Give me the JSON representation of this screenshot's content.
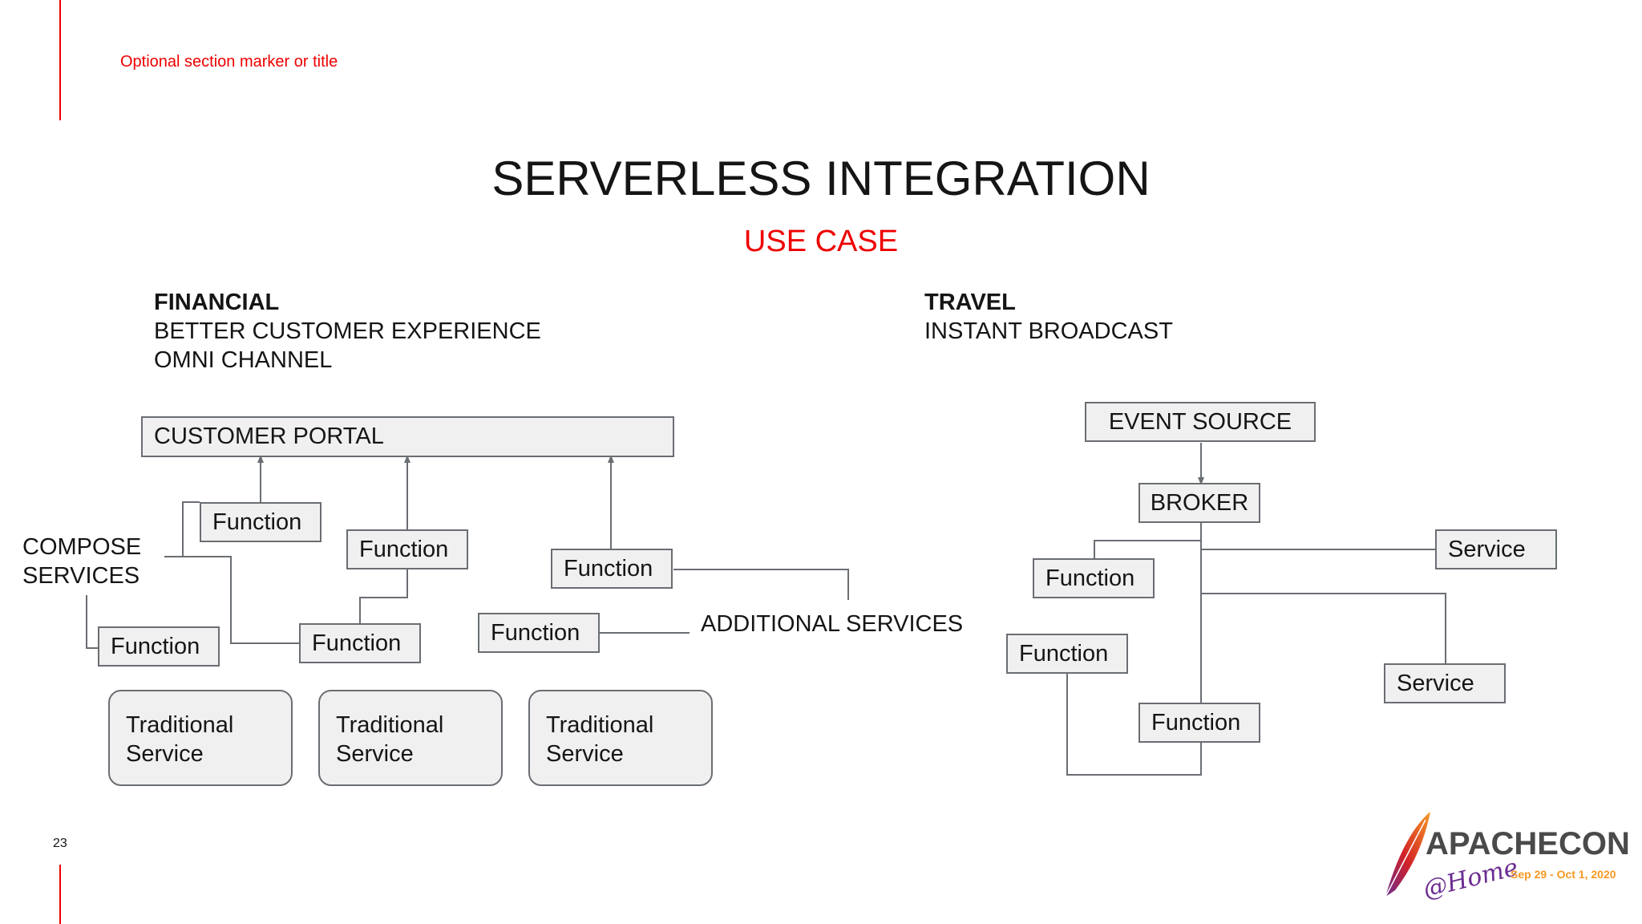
{
  "section_marker": "Optional section marker or title",
  "title": "SERVERLESS INTEGRATION",
  "subtitle": "USE CASE",
  "financial": {
    "heading": "FINANCIAL",
    "lines": [
      "BETTER CUSTOMER EXPERIENCE",
      "OMNI CHANNEL"
    ],
    "customer_portal": "CUSTOMER PORTAL",
    "compose_services": [
      "COMPOSE",
      "SERVICES"
    ],
    "function_label": "Function",
    "additional_services": "ADDITIONAL SERVICES",
    "traditional_service": [
      "Traditional",
      "Service"
    ]
  },
  "travel": {
    "heading": "TRAVEL",
    "lines": [
      "INSTANT BROADCAST"
    ],
    "event_source": "EVENT SOURCE",
    "broker": "BROKER",
    "function_label": "Function",
    "service_label": "Service"
  },
  "page_number": "23",
  "logo": {
    "name": "APACHECON",
    "tagline": "@Home",
    "dates": "Sep 29 - Oct 1, 2020"
  },
  "colors": {
    "accent": "#ee0000",
    "box_fill": "#f0f0f0",
    "box_border": "#6a6e73",
    "line": "#6a6e73"
  }
}
